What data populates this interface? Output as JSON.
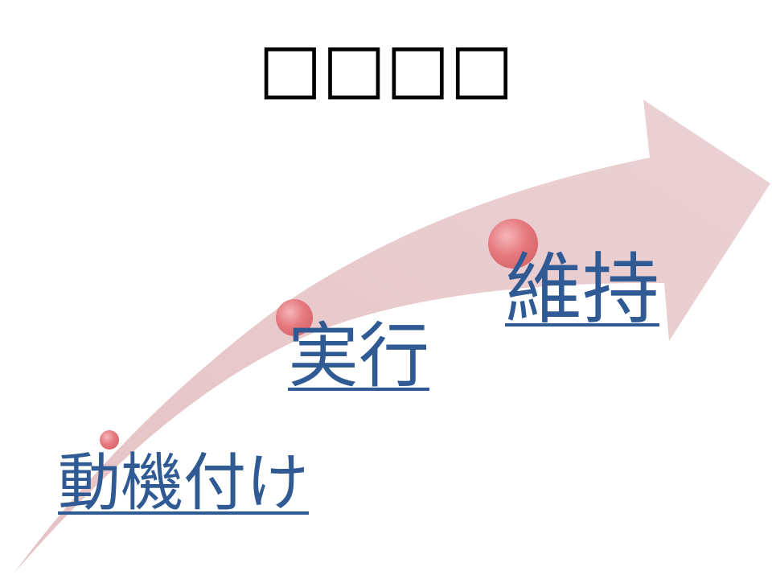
{
  "slide": {
    "title": "□□□□",
    "steps": [
      {
        "label": "動機付け"
      },
      {
        "label": "実行"
      },
      {
        "label": "維持"
      }
    ]
  },
  "colors": {
    "arrow_fill": "#e8c8cb",
    "dot_fill": "#e06b70",
    "link_text": "#2f5a93",
    "title_text": "#000000"
  }
}
